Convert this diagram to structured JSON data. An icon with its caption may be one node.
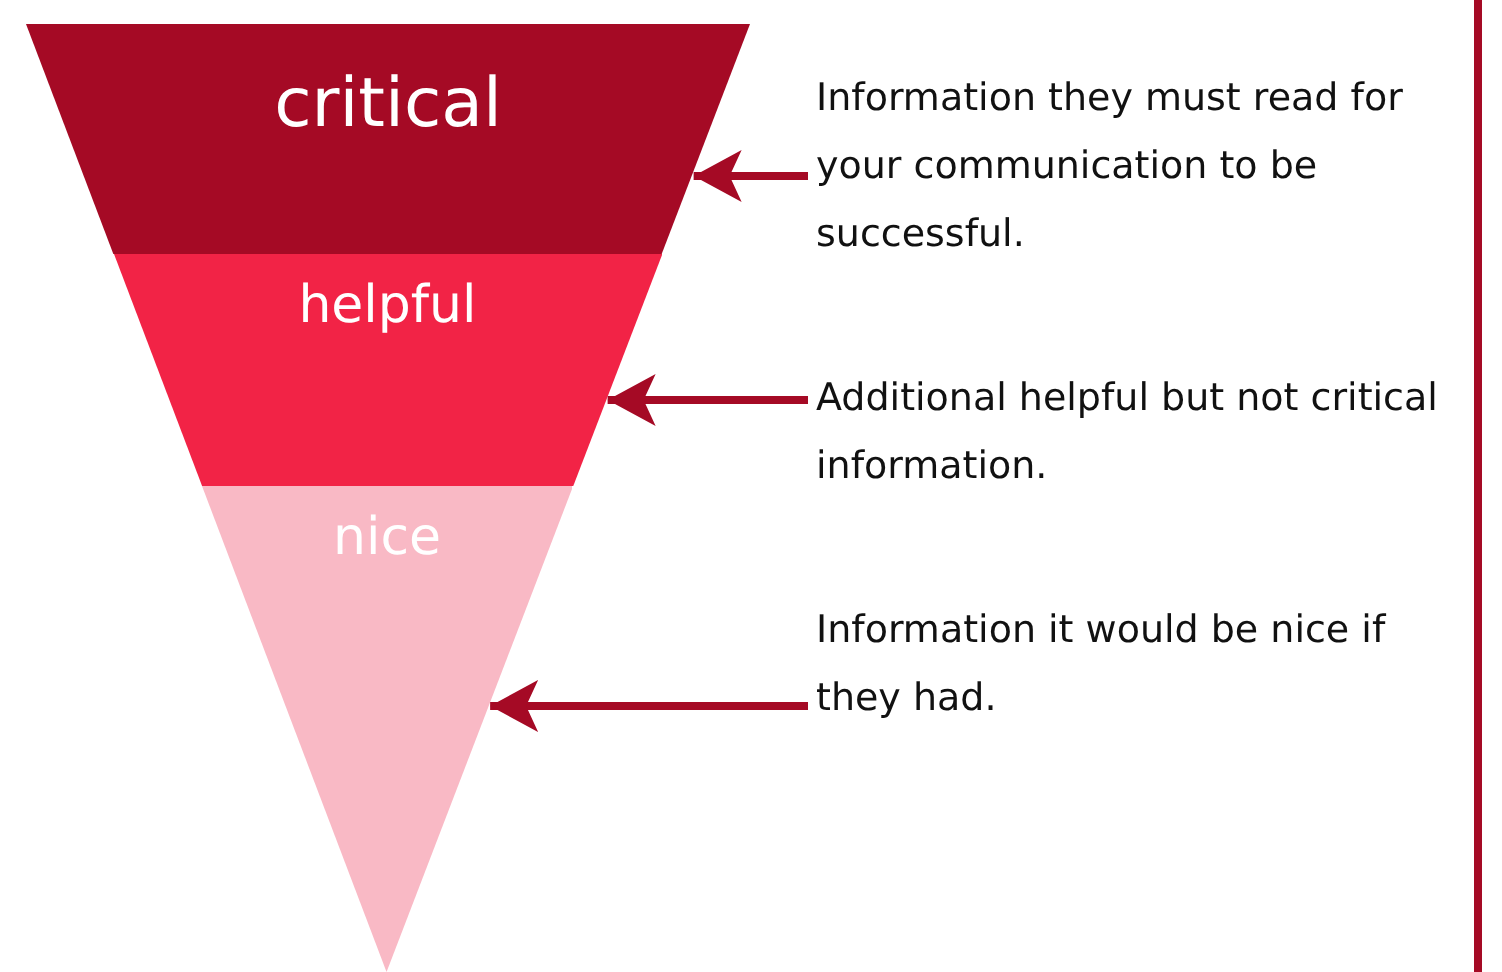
{
  "diagram": {
    "nodes": [
      {
        "text": [
          "critical"
        ]
      },
      {
        "text": [
          "helpful"
        ]
      },
      {
        "text": [
          "nice"
        ]
      },
      {
        "text": [
          "Information they must read for your communication to be successful."
        ]
      },
      {
        "text": [
          "Additional helpful but not critical information."
        ]
      },
      {
        "text": [
          "Information it would be nice if they had."
        ]
      }
    ],
    "edges": [
      {
        "from": 3,
        "to": 0,
        "arrow": "to"
      },
      {
        "from": 4,
        "to": 1,
        "arrow": "to"
      },
      {
        "from": 5,
        "to": 2,
        "arrow": "to"
      }
    ]
  }
}
